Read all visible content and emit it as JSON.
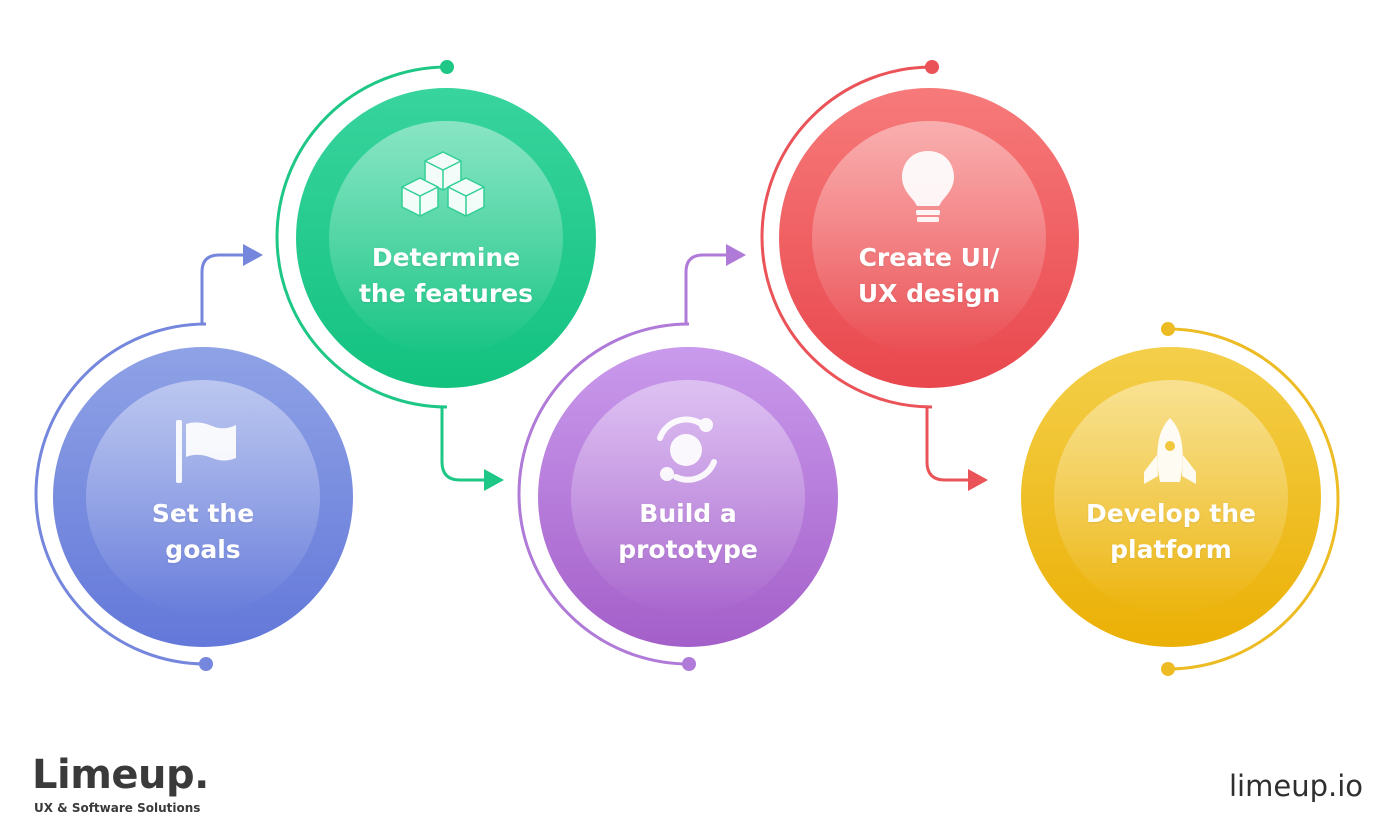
{
  "steps": [
    {
      "id": "goals",
      "label_lines": [
        "Set the",
        "goals"
      ],
      "icon": "flag-icon",
      "color_top": "#8fa2e6",
      "color_bottom": "#6378d9",
      "line_color": "#7587dd"
    },
    {
      "id": "features",
      "label_lines": [
        "Determine",
        "the features"
      ],
      "icon": "cubes-icon",
      "color_top": "#38d49e",
      "color_bottom": "#13c27f",
      "line_color": "#1ec785"
    },
    {
      "id": "prototype",
      "label_lines": [
        "Build a",
        "prototype"
      ],
      "icon": "orbit-icon",
      "color_top": "#c99aec",
      "color_bottom": "#a45fc9",
      "line_color": "#b07ad8"
    },
    {
      "id": "design",
      "label_lines": [
        "Create UI/",
        "UX design"
      ],
      "icon": "lightbulb-icon",
      "color_top": "#f77a7a",
      "color_bottom": "#e8474d",
      "line_color": "#ea5358"
    },
    {
      "id": "platform",
      "label_lines": [
        "Develop the",
        "platform"
      ],
      "icon": "rocket-icon",
      "color_top": "#f4cf4a",
      "color_bottom": "#ebb005",
      "line_color": "#edbc25"
    }
  ],
  "brand": {
    "name": "Limeup.",
    "tagline": "UX & Software Solutions",
    "url": "limeup.io"
  }
}
